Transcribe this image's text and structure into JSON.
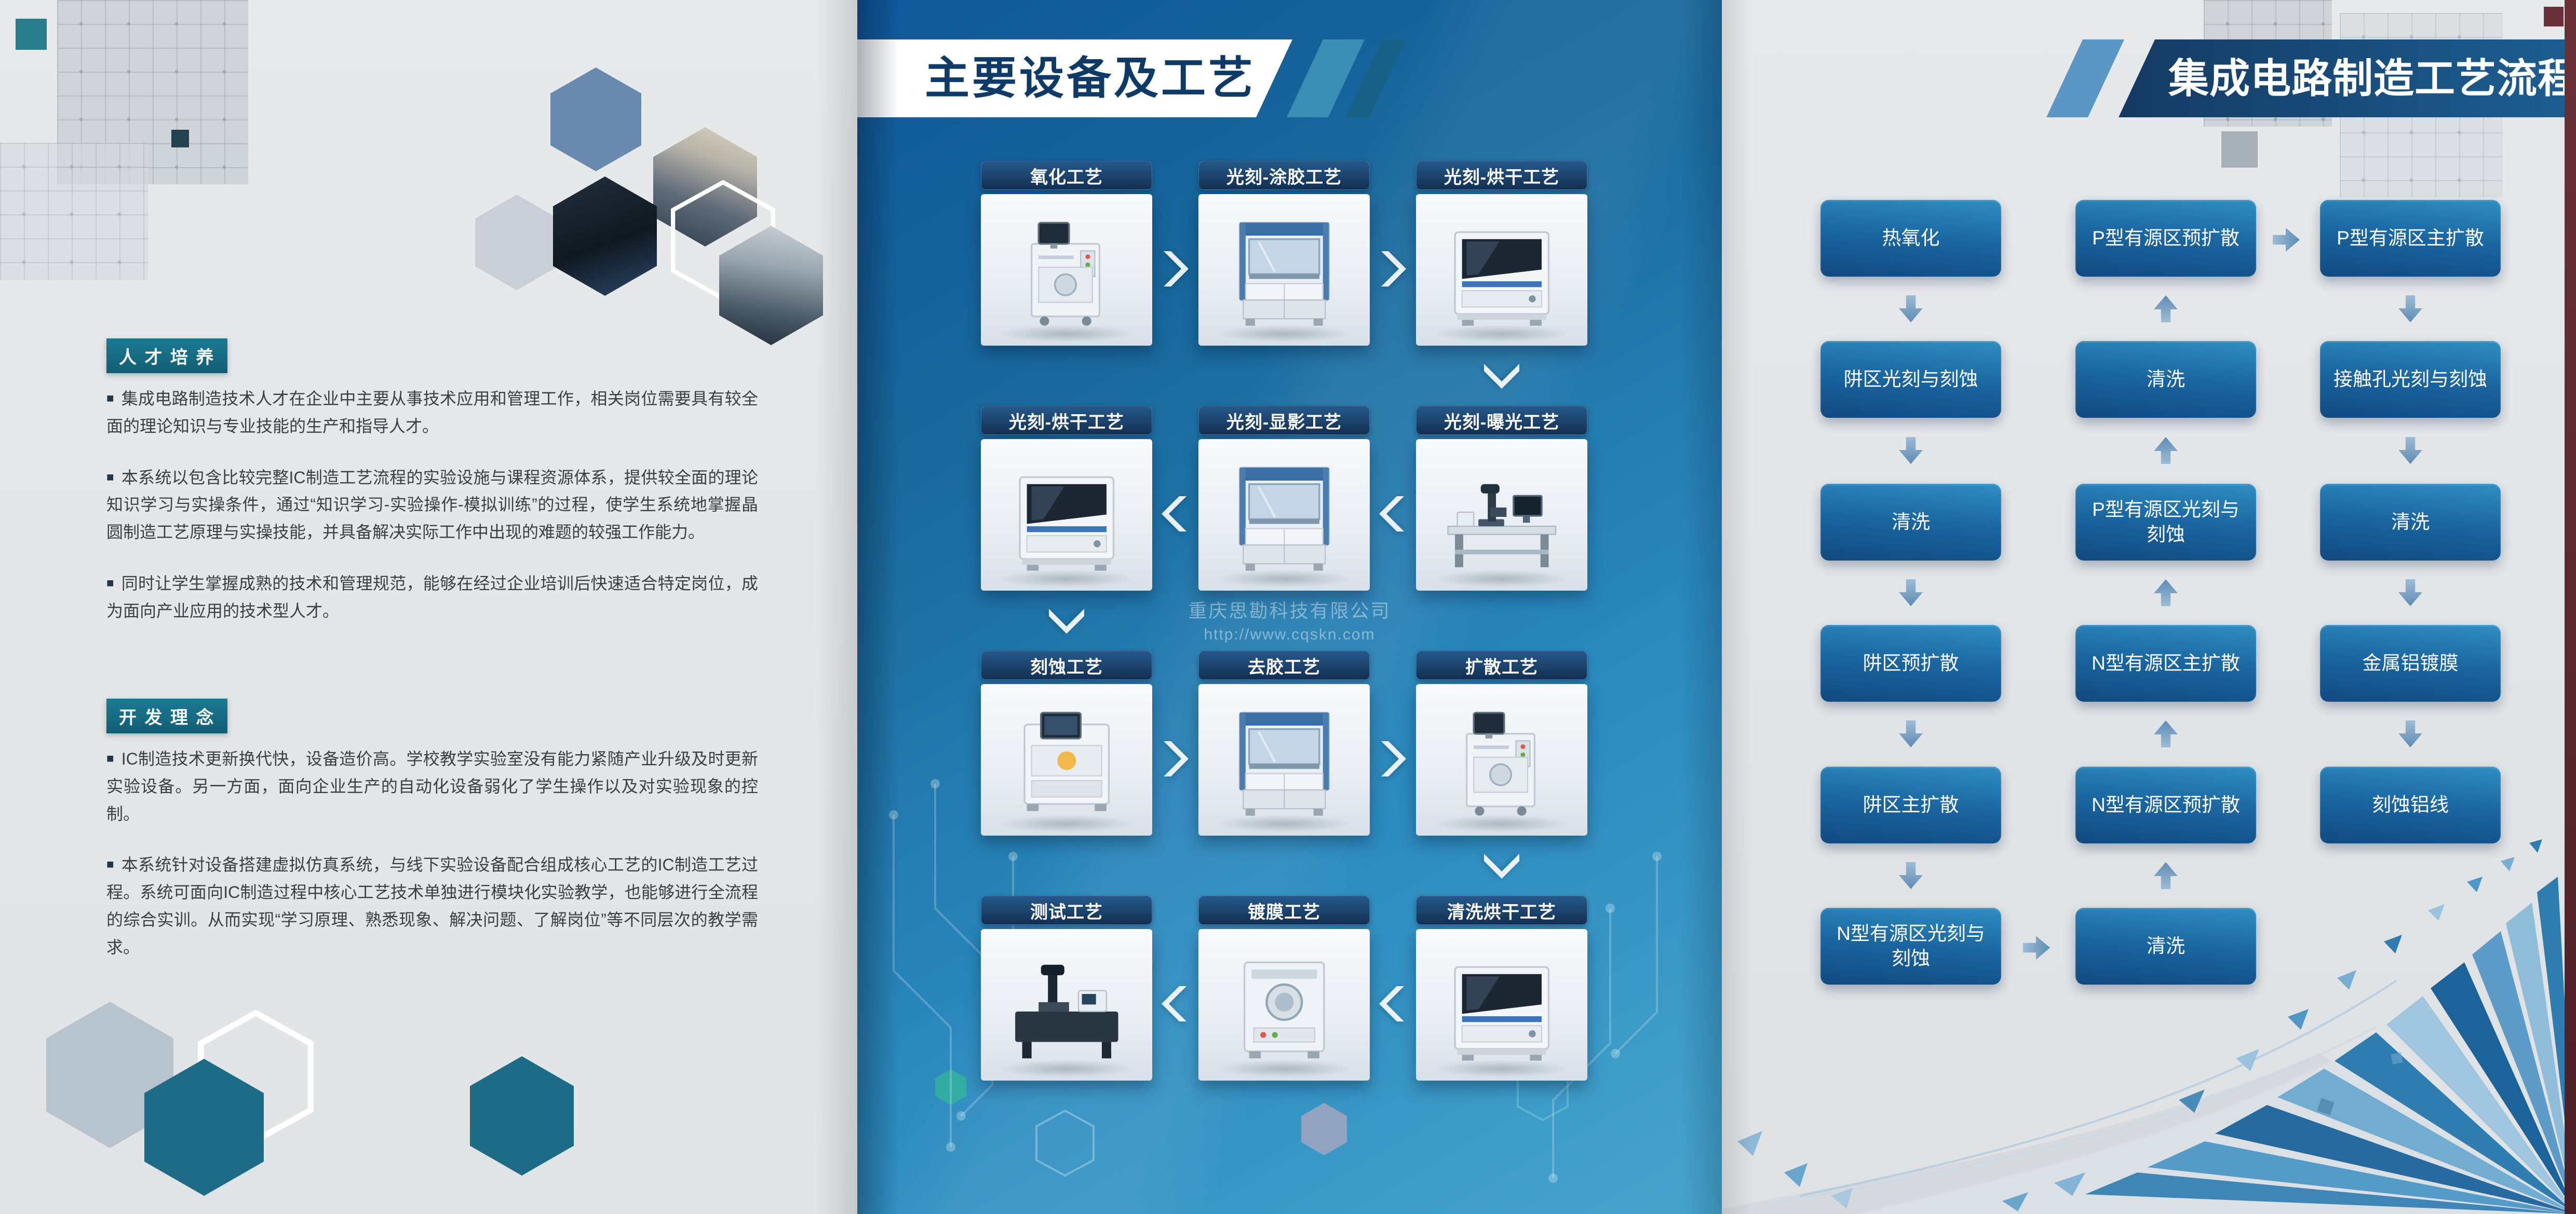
{
  "ui": {
    "bullet": "■"
  },
  "colors": {
    "panel_blue_top": "#0f589a",
    "panel_blue_bottom": "#47a5cd",
    "badge_teal": "#157089",
    "label_navy": "#142f52",
    "flow_box_top": "#2f8ec2",
    "flow_box_bottom": "#114a80",
    "flow_arrow_blue": "#6f9cc4",
    "header_navy": "#143a63",
    "edge_strip_maroon": "#5a262a",
    "background_gray": "#e4e6e8"
  },
  "icons": {
    "step_arrow_right": "chevron-right-icon",
    "step_arrow_left": "chevron-left-icon",
    "step_arrow_down": "chevron-down-icon",
    "flow_arrow": "block-arrow-icon"
  },
  "left_panel": {
    "talent": {
      "title": "人 才 培 养",
      "paragraphs": [
        "集成电路制造技术人才在企业中主要从事技术应用和管理工作，相关岗位需要具有较全面的理论知识与专业技能的生产和指导人才。",
        "本系统以包含比较完整IC制造工艺流程的实验设施与课程资源体系，提供较全面的理论知识学习与实操条件，通过“知识学习-实验操作-模拟训练”的过程，使学生系统地掌握晶圆制造工艺原理与实操技能，并具备解决实际工作中出现的难题的较强工作能力。",
        "同时让学生掌握成熟的技术和管理规范，能够在经过企业培训后快速适合特定岗位，成为面向产业应用的技术型人才。"
      ]
    },
    "develop": {
      "title": "开 发 理 念",
      "paragraphs": [
        "IC制造技术更新换代快，设备造价高。学校教学实验室没有能力紧随产业升级及时更新实验设备。另一方面，面向企业生产的自动化设备弱化了学生操作以及对实验现象的控制。",
        "本系统针对设备搭建虚拟仿真系统，与线下实验设备配合组成核心工艺的IC制造工艺过程。系统可面向IC制造过程中核心工艺技术单独进行模块化实验教学，也能够进行全流程的综合实训。从而实现“学习原理、熟悉现象、解决问题、了解岗位”等不同层次的教学需求。"
      ]
    }
  },
  "middle_panel": {
    "title": "主要设备及工艺",
    "watermark": {
      "company": "重庆思勘科技有限公司",
      "url": "http://www.cqskn.com"
    },
    "cells": [
      {
        "label": "氧化工艺",
        "icon": "furnace-machine-icon"
      },
      {
        "label": "光刻-涂胶工艺",
        "icon": "fume-hood-icon"
      },
      {
        "label": "光刻-烘干工艺",
        "icon": "drying-oven-icon"
      },
      {
        "label": "光刻-烘干工艺",
        "icon": "drying-oven-icon"
      },
      {
        "label": "光刻-显影工艺",
        "icon": "fume-hood-icon"
      },
      {
        "label": "光刻-曝光工艺",
        "icon": "exposure-bench-icon"
      },
      {
        "label": "刻蚀工艺",
        "icon": "etching-machine-icon"
      },
      {
        "label": "去胶工艺",
        "icon": "fume-hood-icon"
      },
      {
        "label": "扩散工艺",
        "icon": "furnace-machine-icon"
      },
      {
        "label": "测试工艺",
        "icon": "probe-station-icon"
      },
      {
        "label": "镀膜工艺",
        "icon": "coating-machine-icon"
      },
      {
        "label": "清洗烘干工艺",
        "icon": "drying-oven-icon"
      }
    ]
  },
  "right_panel": {
    "title": "集成电路制造工艺流程",
    "col1": [
      "热氧化",
      "阱区光刻与刻蚀",
      "清洗",
      "阱区预扩散",
      "阱区主扩散",
      "N型有源区光刻与刻蚀"
    ],
    "col2": [
      "P型有源区预扩散",
      "清洗",
      "P型有源区光刻与刻蚀",
      "N型有源区主扩散",
      "N型有源区预扩散",
      "清洗"
    ],
    "col3": [
      "P型有源区主扩散",
      "接触孔光刻与刻蚀",
      "清洗",
      "金属铝镀膜",
      "刻蚀铝线"
    ]
  }
}
